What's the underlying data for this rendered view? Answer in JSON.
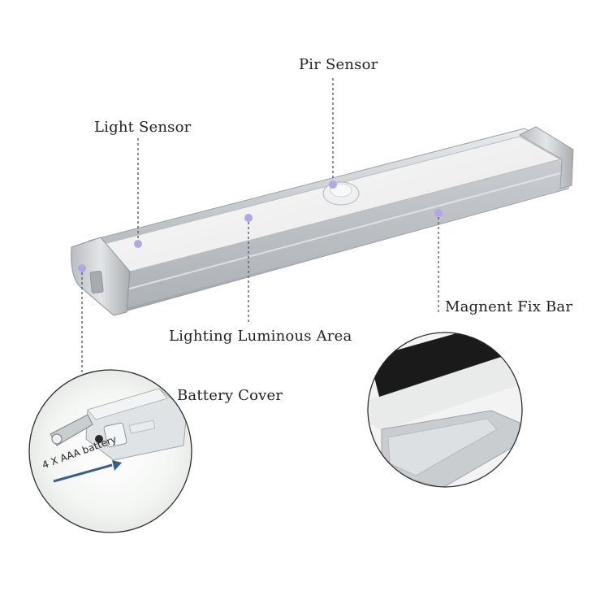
{
  "labels": {
    "pir_sensor": "Pir Sensor",
    "light_sensor": "Light Sensor",
    "luminous_area": "Lighting Luminous Area",
    "magnet_fix_bar": "Magnent Fix Bar",
    "battery_cover": "Battery Cover"
  },
  "battery_note": "4 X AAA battery",
  "colors": {
    "marker": "#b3a6e3",
    "aluminum": "#c7cbcf",
    "diffuser": "#f2f2f2",
    "magnet": "#1a1a1a",
    "leader_line": "#555555"
  }
}
